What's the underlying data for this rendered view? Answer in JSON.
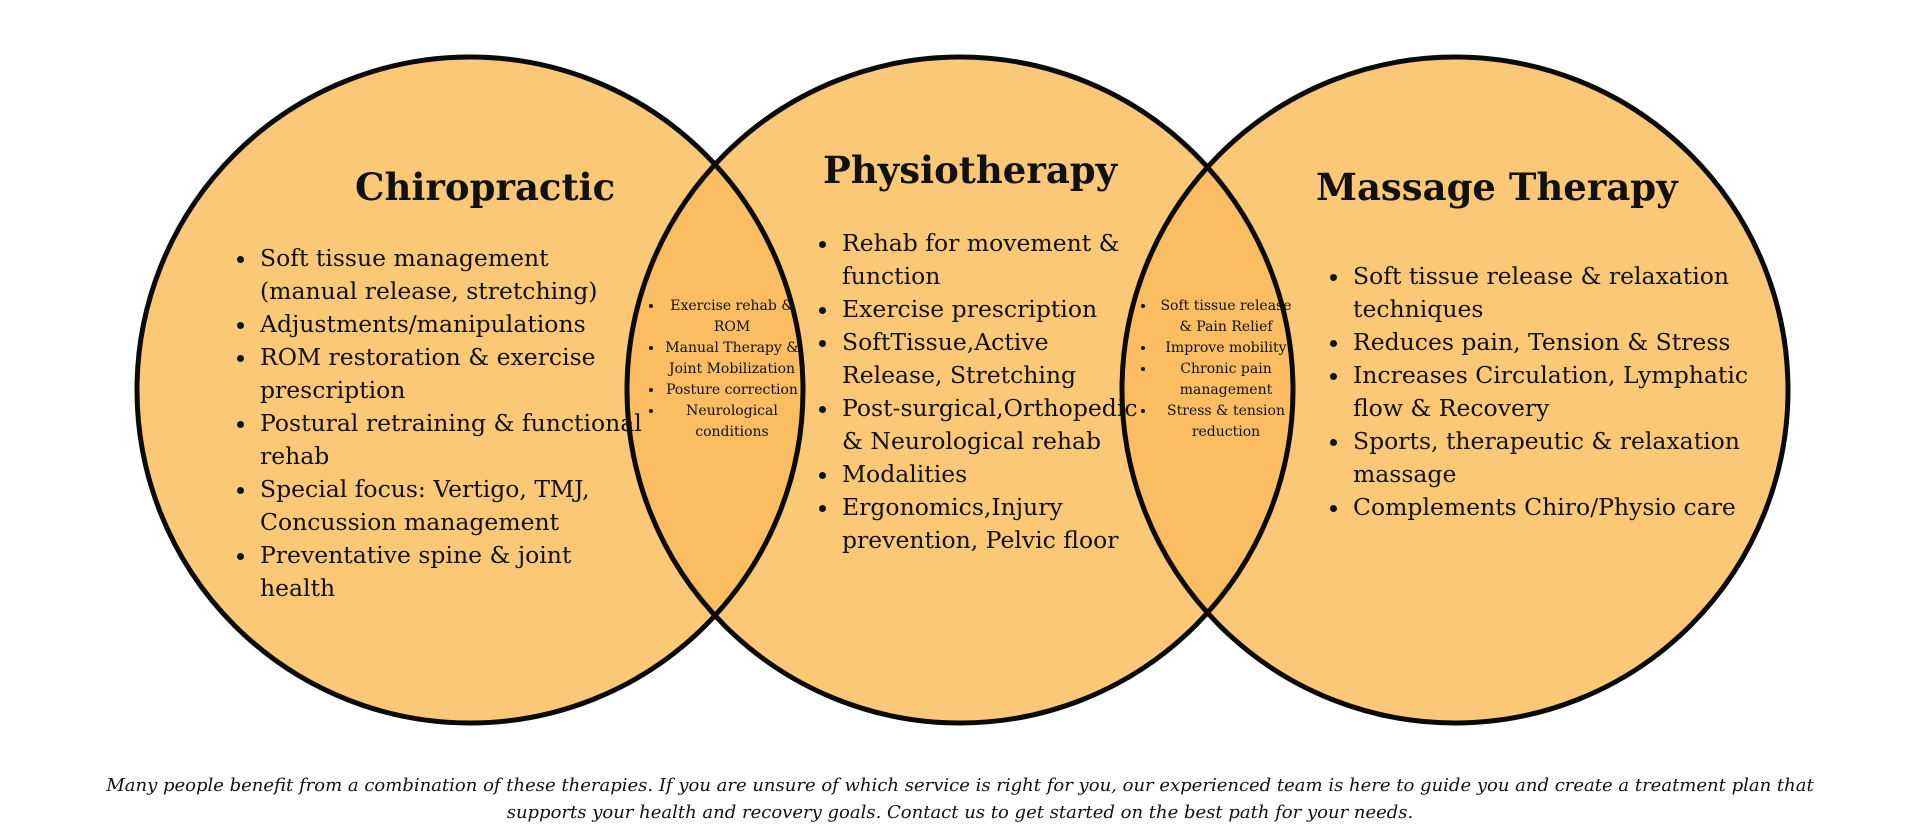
{
  "colors": {
    "circle_fill": "#fbc877",
    "overlap_fill": "#fabd61",
    "outline": "#0a0a0a",
    "background": "#ffffff"
  },
  "circles": [
    {
      "title": "Chiropractic",
      "items": [
        "Soft tissue management (manual release, stretching)",
        "Adjustments/manipulations",
        "ROM restoration & exercise prescription",
        "Postural retraining & functional rehab",
        "Special focus: Vertigo, TMJ, Concussion management",
        "Preventative spine & joint health"
      ]
    },
    {
      "title": "Physiotherapy",
      "items": [
        "Rehab for movement & function",
        "Exercise prescription",
        "SoftTissue,Active Release, Stretching",
        "Post-surgical,Orthopedic & Neurological rehab",
        "Modalities",
        "Ergonomics,Injury prevention, Pelvic floor"
      ]
    },
    {
      "title": "Massage Therapy",
      "items": [
        "Soft tissue release & relaxation techniques",
        "Reduces pain, Tension & Stress",
        "Increases Circulation, Lymphatic flow & Recovery",
        "Sports, therapeutic & relaxation massage",
        "Complements Chiro/Physio care"
      ]
    }
  ],
  "overlaps": [
    {
      "items": [
        "Exercise rehab & ROM",
        "Manual Therapy & Joint Mobilization",
        "Posture correction",
        "Neurological conditions"
      ]
    },
    {
      "items": [
        "Soft tissue release & Pain Relief",
        "Improve mobility",
        "Chronic pain management",
        "Stress & tension reduction"
      ]
    }
  ],
  "footer": {
    "text": "Many people benefit from a combination of these therapies. If you are unsure of which service is right for you, our experienced team is here to guide you and create a treatment plan that supports your health and recovery goals. Contact us to get started on the best path for your needs."
  }
}
